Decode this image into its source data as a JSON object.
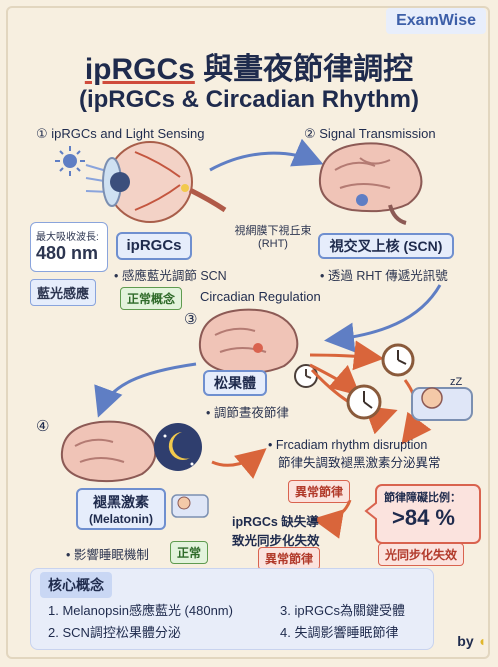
{
  "brand": "ExamWise",
  "title_main": "ipRGCs",
  "title_rest": " 與晝夜節律調控",
  "subtitle": "(ipRGCs & Circadian Rhythm)",
  "steps": {
    "s1": "① ipRGCs and Light Sensing",
    "s2": "② Signal Transmission",
    "s3": "③",
    "s3_label": "Circadian Regulation",
    "s4": "④"
  },
  "rht_label_line1": "視網膜下視丘束",
  "rht_label_line2": "(RHT)",
  "peak": {
    "label": "最大吸收波長:",
    "value": "480 nm"
  },
  "blue_label": "藍光感應",
  "iprgc_box": "ipRGCs",
  "iprgc_bullet": "• 感應藍光調節 SCN",
  "normal_concept": "正常概念",
  "scn_box": "視交叉上核 (SCN)",
  "scn_bullet": "• 透過 RHT 傳遞光訊號",
  "pineal_box": "松果體",
  "pineal_bullet": "• 調節晝夜節律",
  "melatonin_box_line1": "褪黑激素",
  "melatonin_box_line2": "(Melatonin)",
  "melatonin_bullet": "• 影響睡眠機制",
  "melatonin_tag": "正常",
  "disruption_line1": "• Frcadiam rhythm disruption",
  "disruption_line2": "節律失調致褪黑激素分泌異常",
  "abnormal1": "異常節律",
  "stat_label": "節律障礙比例：",
  "stat_value": ">84 %",
  "iprgc_loss_line1": "ipRGCs 缺失導",
  "iprgc_loss_line2": "致光同步化失效",
  "abnormal2": "異常節律",
  "sync_fail": "光同步化失效",
  "core": {
    "title": "核心概念",
    "items": [
      "1. Melanopsin感應藍光 (480nm)",
      "3. ipRGCs為關鍵受體",
      "2. SCN調控松果體分泌",
      "4. 失調影響睡眠節律"
    ]
  },
  "by": "by",
  "colors": {
    "accent_blue": "#6f8fcf",
    "accent_red": "#d9634f",
    "accent_green": "#5f9b4f"
  }
}
